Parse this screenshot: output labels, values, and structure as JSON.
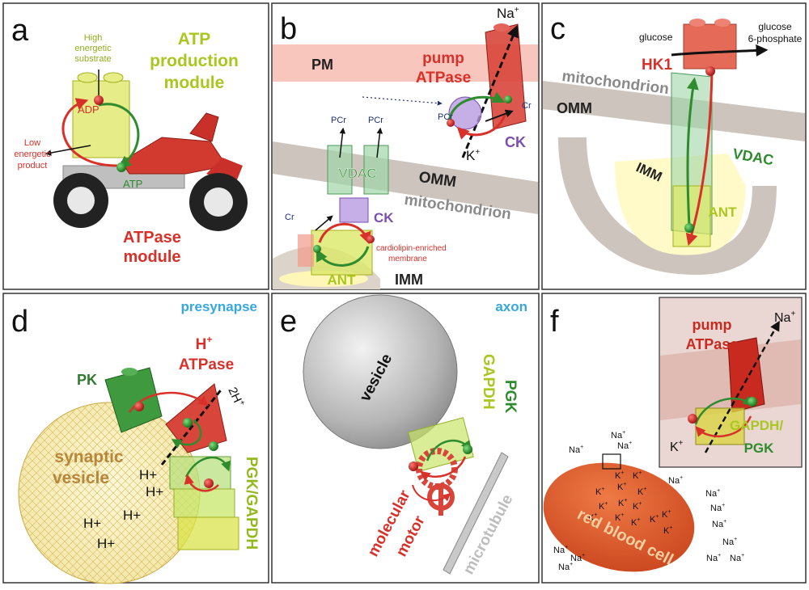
{
  "colors": {
    "red": "#d8312a",
    "brick": "#d9564a",
    "green": "#2e8b2e",
    "lime": "#a8c820",
    "purple": "#7b4fb0",
    "cyan": "#36a8e0",
    "gray": "#8a8a8a",
    "tan": "#b8863a",
    "membrane": "#cdc5bd",
    "pink": "#f7b3a8"
  },
  "panels": {
    "a": {
      "letter": "a",
      "title1": "ATP",
      "title2": "production",
      "title3": "module",
      "high1": "High",
      "high2": "energetic",
      "high3": "substrate",
      "low1": "Low",
      "low2": "energetic",
      "low3": "product",
      "adp": "ADP",
      "atp": "ATP",
      "atpase1": "ATPase",
      "atpase2": "module"
    },
    "b": {
      "letter": "b",
      "pm": "PM",
      "pump1": "pump",
      "pump2": "ATPase",
      "na": "Na",
      "k": "K",
      "plus": "+",
      "pcr": "PCr",
      "cr": "Cr",
      "ck": "CK",
      "vdac": "VDAC",
      "omm": "OMM",
      "mito": "mitochondrion",
      "card1": "cardiolipin-enriched",
      "card2": "membrane",
      "ant": "ANT",
      "imm": "IMM"
    },
    "c": {
      "letter": "c",
      "glucose": "glucose",
      "g6p1": "glucose",
      "g6p2": "6-phosphate",
      "hk1": "HK1",
      "mito": "mitochondrion",
      "omm": "OMM",
      "imm": "IMM",
      "vdac": "VDAC",
      "ant": "ANT"
    },
    "d": {
      "letter": "d",
      "label": "presynapse",
      "h1": "H",
      "hsup": "+",
      "atpase": "ATPase",
      "pk": "PK",
      "twoh": "2H",
      "twohsup": "+",
      "syn1": "synaptic",
      "syn2": "vesicle",
      "hplus": "H+",
      "pgk": "PGK/GAPDH"
    },
    "e": {
      "letter": "e",
      "label": "axon",
      "vesicle": "vesicle",
      "gapdh": "GAPDH",
      "pgk": "PGK",
      "mol1": "molecular",
      "mol2": "motor",
      "micro": "microtubule"
    },
    "f": {
      "letter": "f",
      "pump": "pump",
      "atpase": "ATPase",
      "na": "Na",
      "k": "K",
      "plus": "+",
      "gapdh1": "GAPDH/",
      "gapdh2": "PGK",
      "rbc": "red blood cell"
    }
  }
}
